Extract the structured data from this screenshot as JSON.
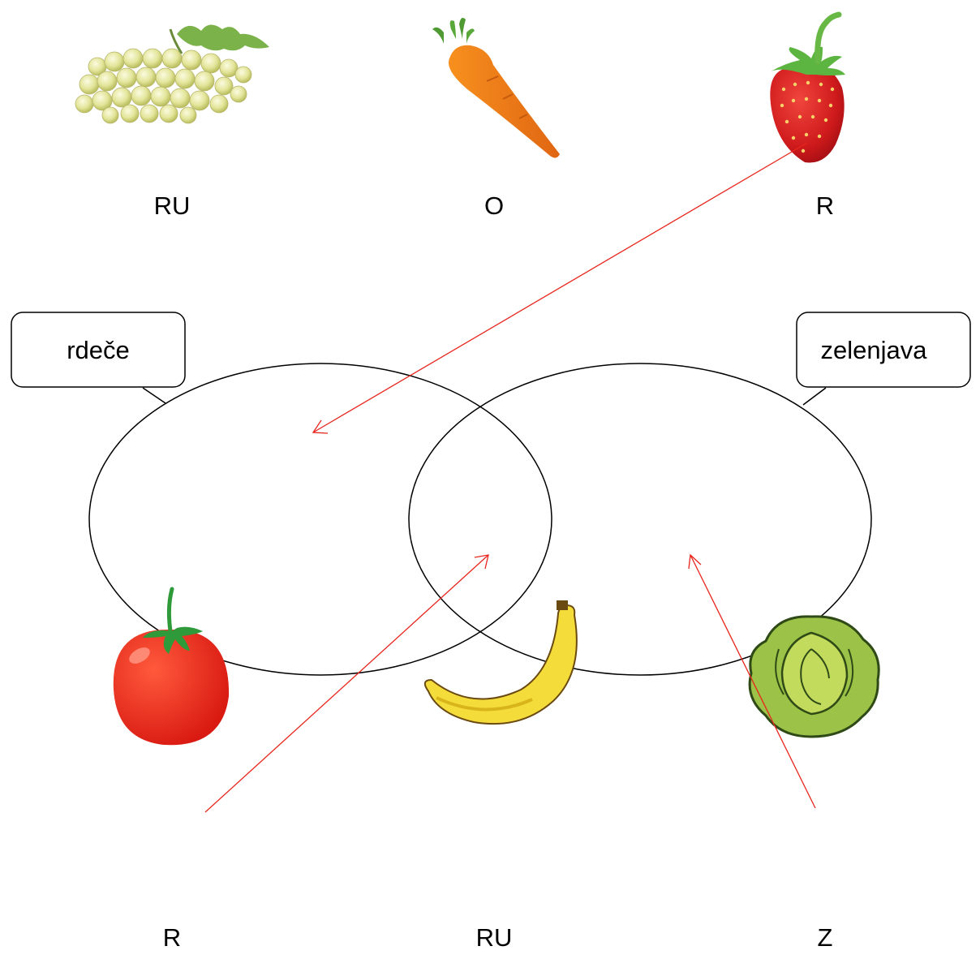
{
  "diagram": {
    "set_labels": {
      "left": "rdeče",
      "right": "zelenjava"
    },
    "top_items": [
      {
        "name": "grapes",
        "code": "RU"
      },
      {
        "name": "carrot",
        "code": "O"
      },
      {
        "name": "strawberry",
        "code": "R"
      }
    ],
    "bottom_items": [
      {
        "name": "tomato",
        "code": "R"
      },
      {
        "name": "banana",
        "code": "RU"
      },
      {
        "name": "lettuce",
        "code": "Z"
      }
    ],
    "colors": {
      "arrow": "#e8251c",
      "outline": "#000000"
    }
  }
}
